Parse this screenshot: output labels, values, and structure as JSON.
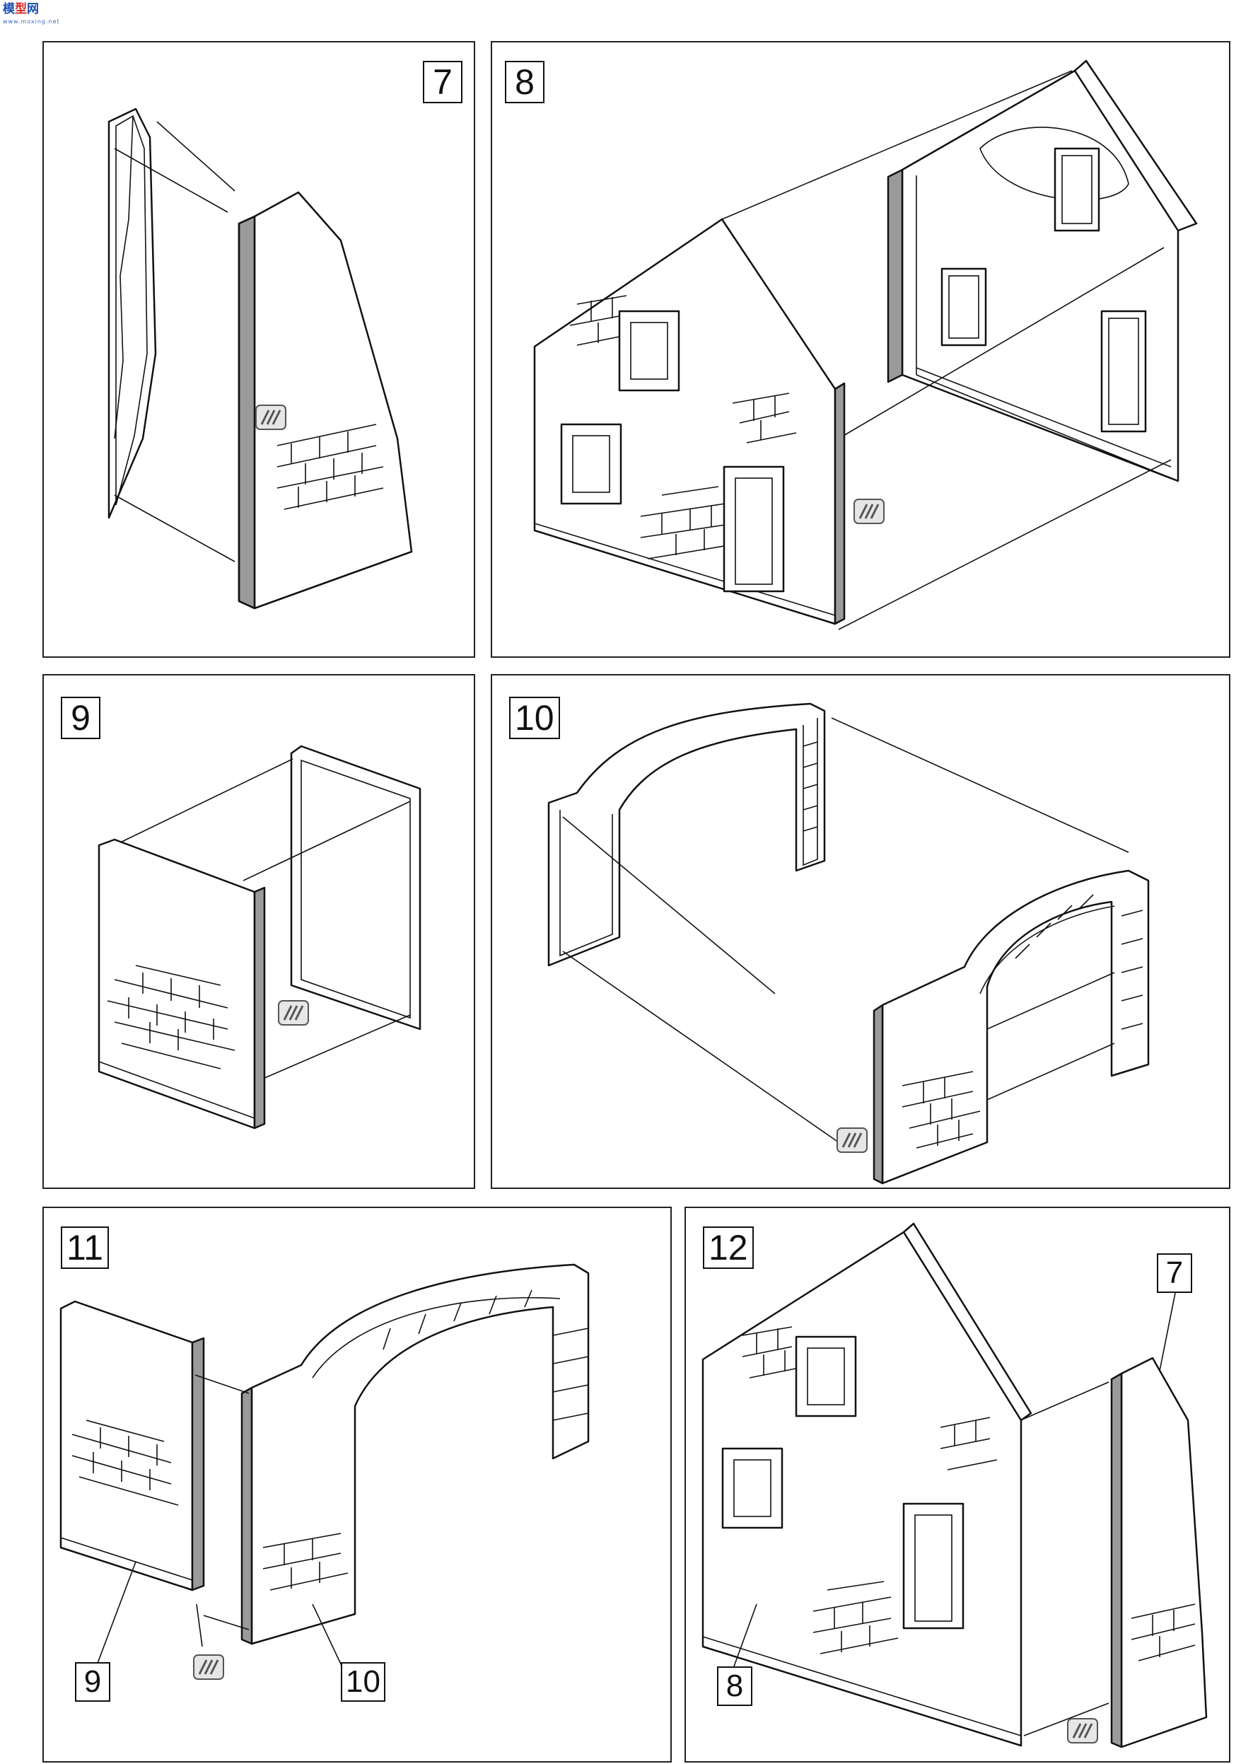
{
  "watermark": {
    "part1": "模",
    "part2": "型",
    "part3": "网",
    "sub": "www.moxing.net"
  },
  "steps": {
    "s7": {
      "number": "7"
    },
    "s8": {
      "number": "8"
    },
    "s9": {
      "number": "9"
    },
    "s10": {
      "number": "10"
    },
    "s11": {
      "number": "11",
      "callouts": [
        "9",
        "10"
      ]
    },
    "s12": {
      "number": "12",
      "callouts": [
        "7",
        "8"
      ]
    }
  },
  "icons": {
    "glue": "glue-icon"
  },
  "colors": {
    "line": "#111111",
    "gray_edge": "#9a9a9a",
    "background": "#ffffff"
  }
}
